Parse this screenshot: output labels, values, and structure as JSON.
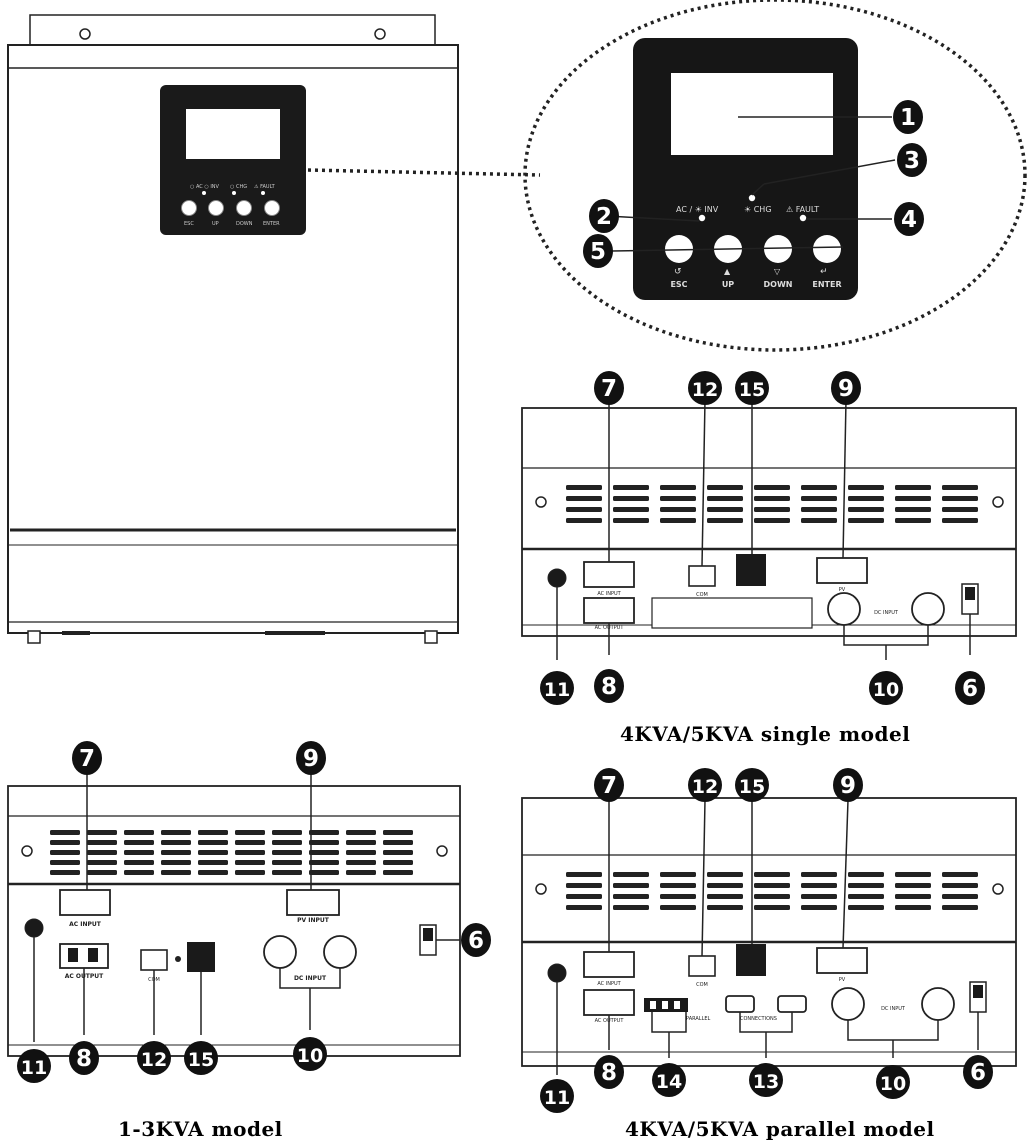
{
  "front_panel": {
    "led_labels": [
      "AC / ☀ INV",
      "☀ CHG",
      "⚠ FAULT"
    ],
    "button_labels": [
      "ESC",
      "UP",
      "DOWN",
      "ENTER"
    ]
  },
  "single_model": {
    "caption": "4KVA/5KVA single model",
    "port_labels": [
      "AC INPUT",
      "AC OUTPUT",
      "PV",
      "DC INPUT",
      "COM"
    ]
  },
  "small_model": {
    "caption": "1-3KVA model",
    "port_labels": [
      "AC INPUT",
      "AC OUTPUT",
      "PV INPUT",
      "DC INPUT",
      "COM"
    ]
  },
  "parallel_model": {
    "caption": "4KVA/5KVA parallel model",
    "port_labels": [
      "AC INPUT",
      "AC OUTPUT",
      "PV",
      "DC INPUT",
      "COM",
      "PARALLEL",
      "CONNECTIONS"
    ]
  },
  "callouts": {
    "zoom": [
      "1",
      "2",
      "3",
      "4",
      "5"
    ],
    "single": [
      "7",
      "12",
      "15",
      "9",
      "11",
      "8",
      "10",
      "6"
    ],
    "small": [
      "7",
      "9",
      "6",
      "11",
      "8",
      "12",
      "15",
      "10"
    ],
    "parallel": [
      "7",
      "12",
      "15",
      "9",
      "6",
      "11",
      "8",
      "14",
      "13",
      "10"
    ]
  }
}
